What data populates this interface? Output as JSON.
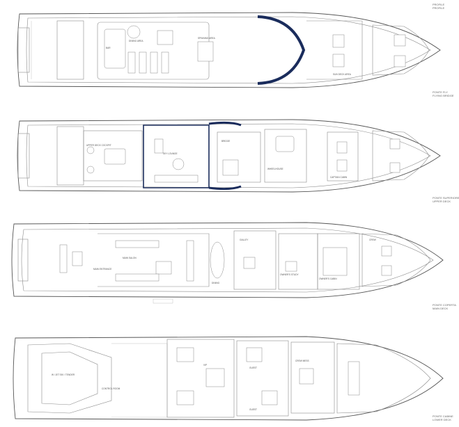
{
  "decks": [
    {
      "id": "flying-bridge",
      "label_lines": [
        "PROFILE",
        "PROFILE"
      ],
      "label_lines_2": [
        "PONTE FLY",
        "FLYING BRIDGE"
      ],
      "rooms": [
        "BAR",
        "DINING AREA",
        "SPINNING AREA",
        "SUN DECK AREA"
      ]
    },
    {
      "id": "upper-deck",
      "label_lines": [
        "PONTE SUPERIORE",
        "UPPER DECK"
      ],
      "rooms": [
        "UPPER DECK COCKPIT",
        "SKY LOUNGE",
        "BRIDGE",
        "WHEELHOUSE",
        "CAPTAIN CABIN"
      ]
    },
    {
      "id": "main-deck",
      "label_lines": [
        "PONTE COPERTA",
        "MAIN DECK"
      ],
      "rooms": [
        "MAIN ENTRANCE",
        "MAIN SALON",
        "DINING",
        "GALLEY",
        "OWNER'S STUDY",
        "OWNER'S CABIN",
        "CREW"
      ]
    },
    {
      "id": "lower-deck",
      "label_lines": [
        "PONTE CABINE",
        "LOWER DECK"
      ],
      "rooms": [
        "W / JET SKI / TENDER",
        "CONTROL ROOM",
        "VIP",
        "GUEST",
        "GUEST",
        "CREW MESS"
      ]
    }
  ],
  "colors": {
    "line": "#8a8a8a",
    "dark_line": "#555555",
    "glass": "#1a2c5c"
  }
}
